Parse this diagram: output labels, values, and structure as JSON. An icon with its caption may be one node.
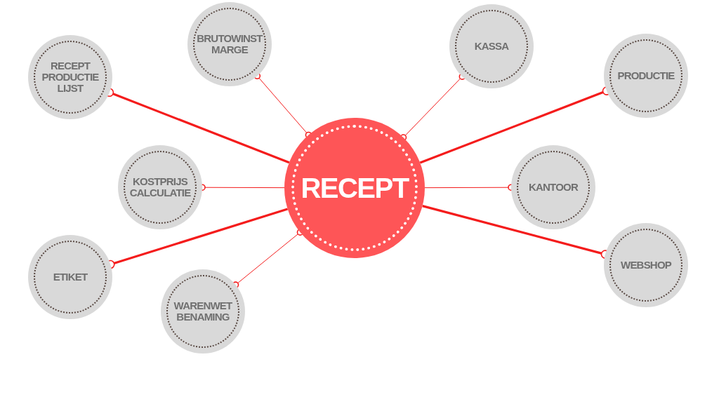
{
  "diagram": {
    "nodes": [
      {
        "text": [
          "RECEPT"
        ]
      },
      {
        "text": [
          "RECEPT PRODUCTIE LIJST"
        ]
      },
      {
        "text": [
          "BRUTOWINST MARGE"
        ]
      },
      {
        "text": [
          "KASSA"
        ]
      },
      {
        "text": [
          "PRODUCTIE"
        ]
      },
      {
        "text": [
          "KOSTPRIJS CALCULATIE"
        ]
      },
      {
        "text": [
          "KANTOOR"
        ]
      },
      {
        "text": [
          "ETIKET"
        ]
      },
      {
        "text": [
          "WARENWET BENAMING"
        ]
      },
      {
        "text": [
          "WEBSHOP"
        ]
      }
    ],
    "edges": [
      {
        "from": 0,
        "to": 1,
        "arrow": "other",
        "style": "thick"
      },
      {
        "from": 0,
        "to": 2,
        "arrow": "other"
      },
      {
        "from": 0,
        "to": 3,
        "arrow": "other"
      },
      {
        "from": 0,
        "to": 4,
        "arrow": "other",
        "style": "thick"
      },
      {
        "from": 0,
        "to": 5,
        "arrow": "other"
      },
      {
        "from": 0,
        "to": 6,
        "arrow": "other"
      },
      {
        "from": 0,
        "to": 7,
        "arrow": "other",
        "style": "thick"
      },
      {
        "from": 0,
        "to": 8,
        "arrow": "other"
      },
      {
        "from": 0,
        "to": 9,
        "arrow": "other",
        "style": "thick"
      }
    ]
  }
}
